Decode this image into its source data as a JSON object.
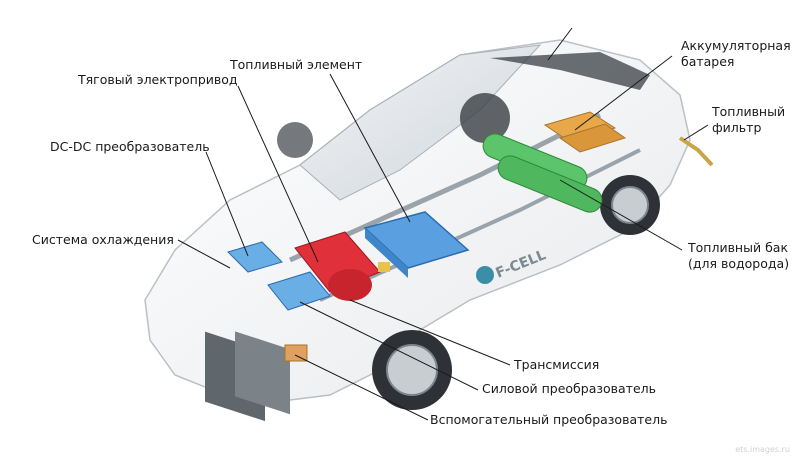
{
  "labels": {
    "fuel_cell": "Топливный элемент",
    "traction_drive": "Тяговый электропривод",
    "dc_dc_converter": "DC-DC преобразователь",
    "cooling_system": "Система охлаждения",
    "battery": "Аккумуляторная\nбатарея",
    "fuel_filter": "Топливный\nфильтр",
    "fuel_tank": "Топливный бак\n(для водорода)",
    "transmission": "Трансмиссия",
    "power_converter": "Силовой преобразователь",
    "aux_converter": "Вспомогательный преобразователь"
  },
  "car_badge": "F-CELL",
  "watermark": "ets.images.ru",
  "colors": {
    "fuel_cell_stack": "#5aa0e0",
    "motor": "#e0303a",
    "hydrogen_tanks": "#5cc46a",
    "battery_pack": "#e8a84a",
    "leader_line": "#1a1a1a"
  }
}
